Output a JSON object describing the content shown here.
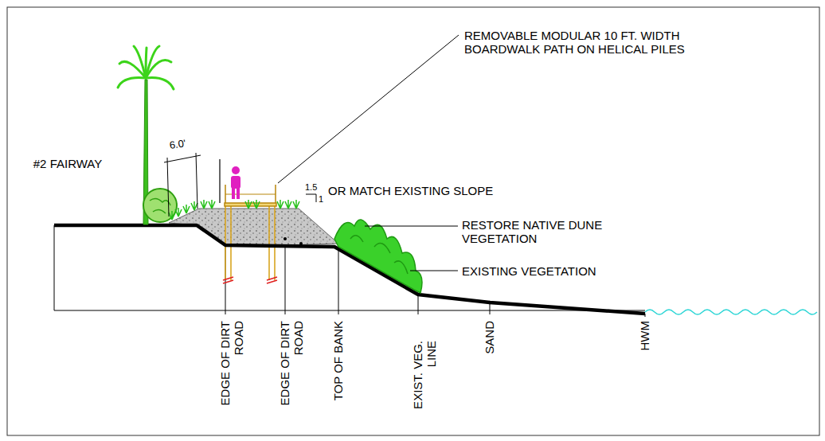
{
  "diagram": {
    "labels": [
      "#2 FAIRWAY",
      "6.0'",
      "REMOVABLE MODULAR 10 FT. WIDTH BOARDWALK PATH ON HELICAL PILES",
      "1.5",
      "1",
      "OR MATCH EXISTING SLOPE",
      "RESTORE NATIVE DUNE VEGETATION",
      "EXISTING VEGETATION",
      "EDGE OF DIRT ROAD",
      "EDGE OF DIRT ROAD",
      "TOP OF BANK",
      "EXIST. VEG. LINE",
      "SAND",
      "HWM"
    ]
  }
}
